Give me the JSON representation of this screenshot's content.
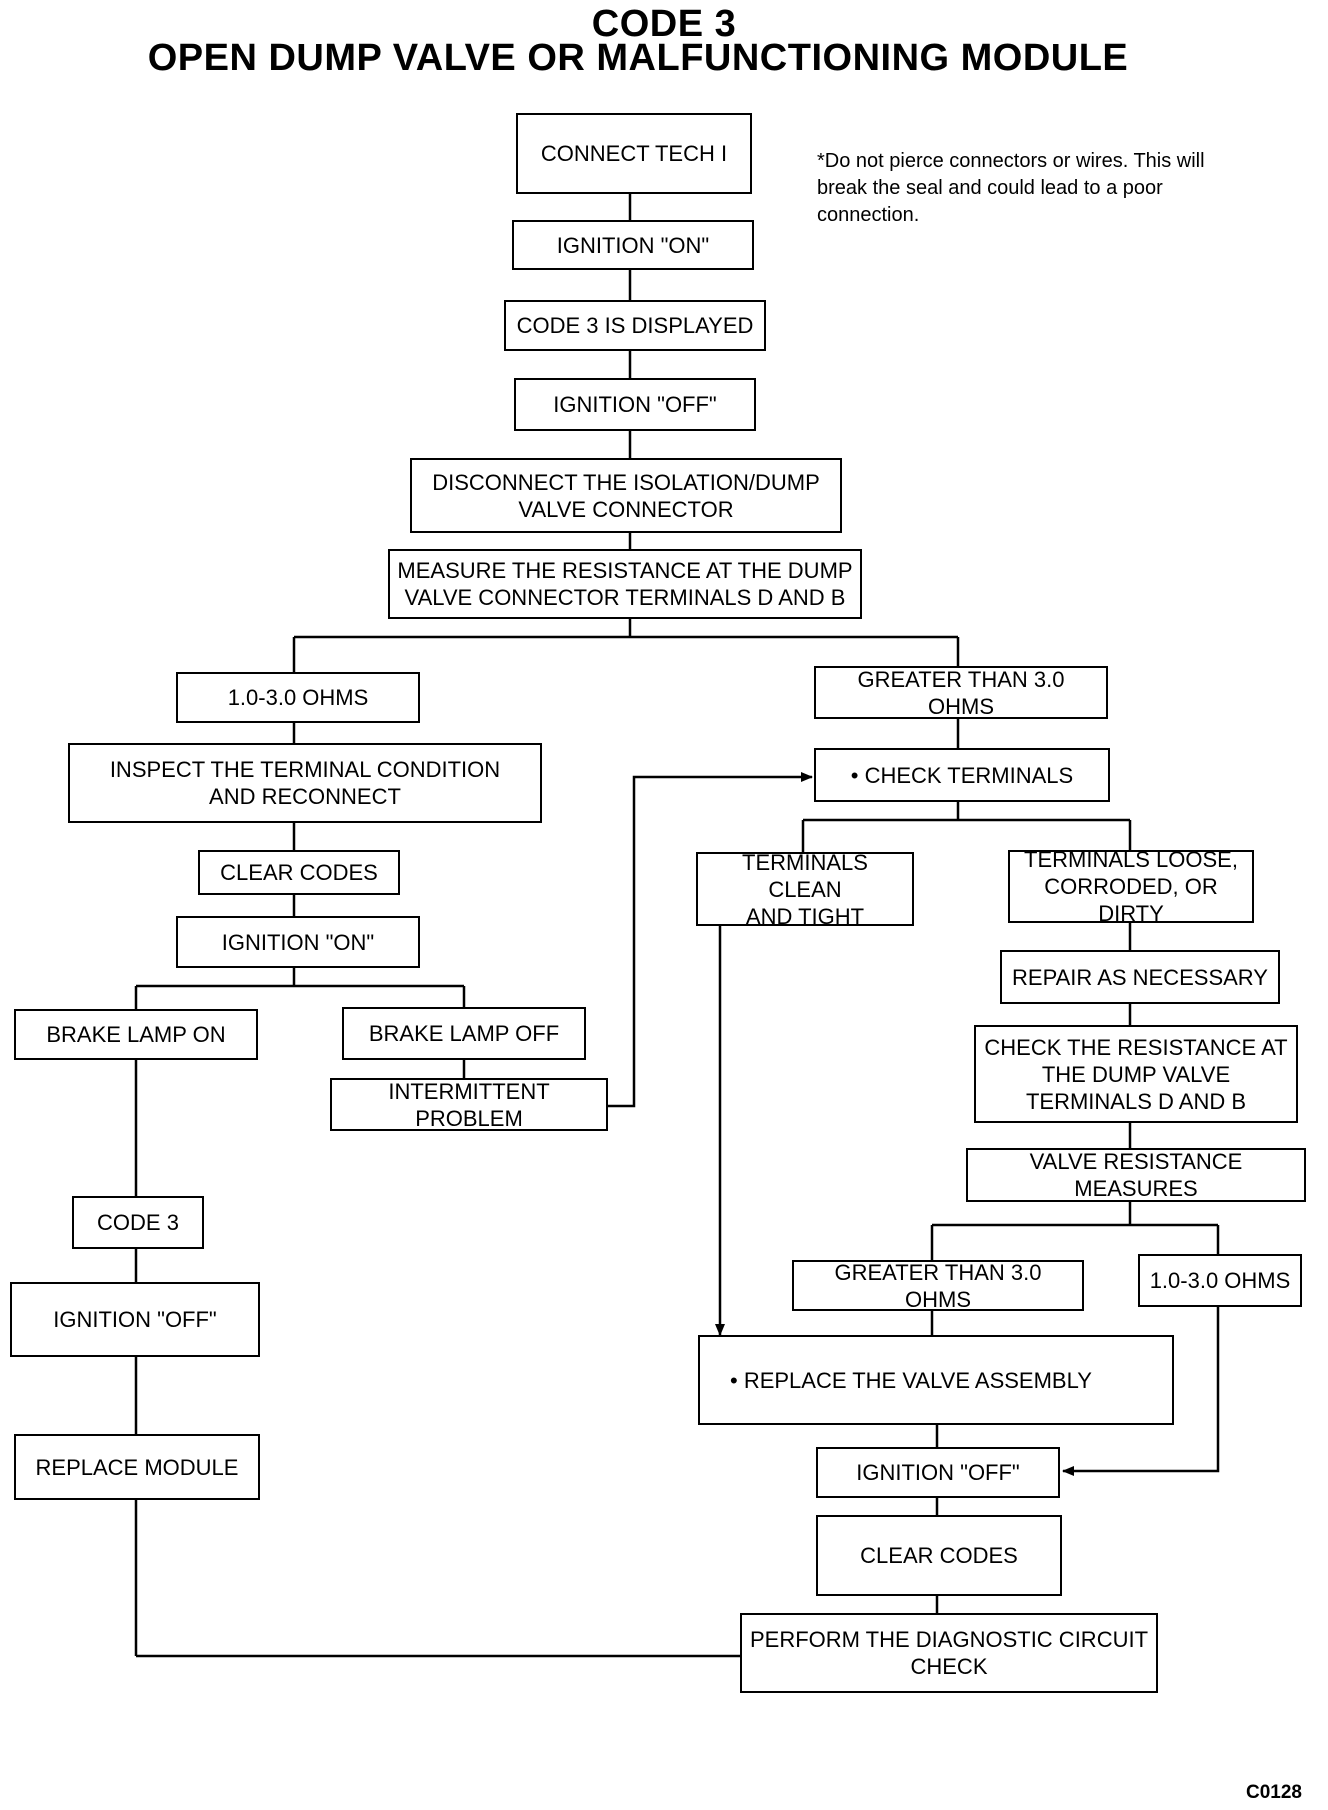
{
  "title_line1": "CODE 3",
  "title_line2": "OPEN DUMP VALVE OR MALFUNCTIONING MODULE",
  "note": "*Do not pierce connectors or wires. This will break the seal and could lead to a poor connection.",
  "footer_code": "C0128",
  "steps": {
    "connect_tech": "CONNECT TECH I",
    "ignition_on_1": "IGNITION \"ON\"",
    "code3_displayed": "CODE 3 IS DISPLAYED",
    "ignition_off_1": "IGNITION \"OFF\"",
    "disconnect": "DISCONNECT THE ISOLATION/DUMP\nVALVE CONNECTOR",
    "measure": "MEASURE THE RESISTANCE AT THE DUMP\nVALVE CONNECTOR TERMINALS D AND B",
    "ohms_low_1": "1.0-3.0 OHMS",
    "greater_1": "GREATER THAN 3.0 OHMS",
    "inspect": "INSPECT THE TERMINAL CONDITION\nAND RECONNECT",
    "check_terminals": "• CHECK TERMINALS",
    "clear_codes_1": "CLEAR CODES",
    "ignition_on_2": "IGNITION \"ON\"",
    "terminals_clean": "TERMINALS CLEAN\nAND TIGHT",
    "terminals_loose": "TERMINALS LOOSE,\nCORRODED, OR DIRTY",
    "brake_lamp_on": "BRAKE LAMP ON",
    "brake_lamp_off": "BRAKE LAMP OFF",
    "repair": "REPAIR AS NECESSARY",
    "intermittent": "INTERMITTENT PROBLEM",
    "check_resistance": "CHECK THE RESISTANCE AT\nTHE DUMP VALVE\nTERMINALS D AND B",
    "valve_measures": "VALVE RESISTANCE MEASURES",
    "code3": "CODE 3",
    "greater_2": "GREATER THAN 3.0 OHMS",
    "ohms_low_2": "1.0-3.0 OHMS",
    "ignition_off_2": "IGNITION \"OFF\"",
    "replace_valve": "• REPLACE THE VALVE ASSEMBLY",
    "replace_module": "REPLACE MODULE",
    "ignition_off_3": "IGNITION \"OFF\"",
    "clear_codes_2": "CLEAR CODES",
    "perform_check": "PERFORM THE DIAGNOSTIC CIRCUIT\nCHECK"
  }
}
